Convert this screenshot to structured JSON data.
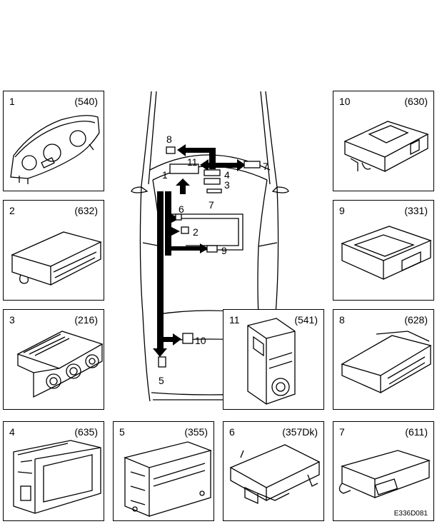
{
  "panels": [
    {
      "id": "p1",
      "num": "1",
      "code": "(540)"
    },
    {
      "id": "p2",
      "num": "2",
      "code": "(632)"
    },
    {
      "id": "p3",
      "num": "3",
      "code": "(216)"
    },
    {
      "id": "p4",
      "num": "4",
      "code": "(635)"
    },
    {
      "id": "p5",
      "num": "5",
      "code": "(355)"
    },
    {
      "id": "p6",
      "num": "6",
      "code": "(357Dk)"
    },
    {
      "id": "p7",
      "num": "7",
      "code": "(611)"
    },
    {
      "id": "p8",
      "num": "8",
      "code": "(628)"
    },
    {
      "id": "p9",
      "num": "9",
      "code": "(331)"
    },
    {
      "id": "p10",
      "num": "10",
      "code": "(630)"
    },
    {
      "id": "p11",
      "num": "11",
      "code": "(541)"
    }
  ],
  "car_labels": {
    "l1": "1",
    "l2": "2",
    "l3": "3",
    "l4": "4",
    "l5": "5",
    "l6": "6",
    "l7a": "7",
    "l7b": "7",
    "l8": "8",
    "l9": "9",
    "l10": "10",
    "l11": "11"
  },
  "figure_code": "E336D081"
}
